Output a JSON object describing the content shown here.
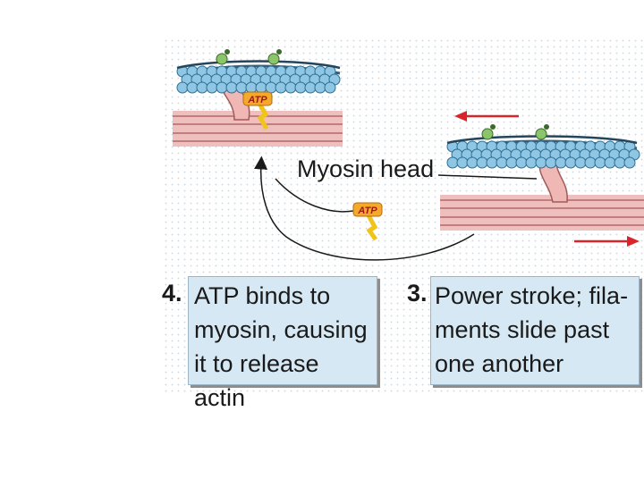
{
  "labels": {
    "myosin_head": "Myosin head",
    "atp_tag": "ATP"
  },
  "steps": [
    {
      "number": "4.",
      "text": "ATP binds to\nmyosin, causing\nit to release actin"
    },
    {
      "number": "3.",
      "text": "Power stroke; fila-\nments slide past\none another"
    }
  ],
  "colors": {
    "actin_bead": "#8fc6e4",
    "actin_outline": "#2d6f94",
    "myosin_filament": "#eebfbc",
    "myosin_head": "#f0b8b4",
    "atp_badge": "#f5a92b",
    "atp_tail": "#f0c419",
    "arrow_red": "#d9242a",
    "caption_fill": "#d6e8f3"
  }
}
